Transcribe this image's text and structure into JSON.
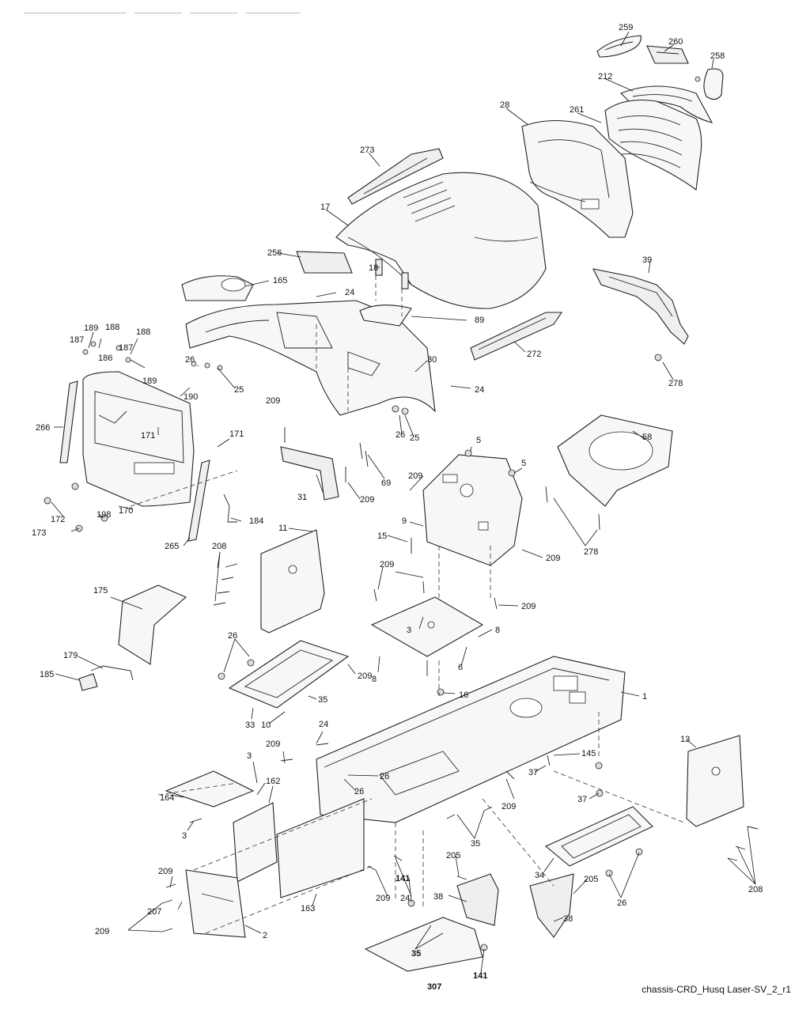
{
  "diagram": {
    "footer_caption": "chassis-CRD_Husq Laser-SV_2_r1",
    "callouts": {
      "c259": "259",
      "c260": "260",
      "c258": "258",
      "c212": "212",
      "c28": "28",
      "c261": "261",
      "c273": "273",
      "c17": "17",
      "c256": "256",
      "c18": "18",
      "c165": "165",
      "c24a": "24",
      "c89": "89",
      "c272": "272",
      "c39": "39",
      "c278a": "278",
      "c189a": "189",
      "c188a": "188",
      "c187a": "187",
      "c186": "186",
      "c187b": "187",
      "c188b": "188",
      "c189b": "189",
      "c26a": "26",
      "c25a": "25",
      "c30": "30",
      "c24b": "24",
      "c190": "190",
      "c266": "266",
      "c171a": "171",
      "c171b": "171",
      "c209a": "209",
      "c26b": "26",
      "c25b": "25",
      "c5a": "5",
      "c5b": "5",
      "c58": "58",
      "c69": "69",
      "c31": "31",
      "c209b": "209",
      "c209c": "209",
      "c198": "198",
      "c172": "172",
      "c173": "173",
      "c170": "170",
      "c184": "184",
      "c265": "265",
      "c11": "11",
      "c9": "9",
      "c15": "15",
      "c209d": "209",
      "c278b": "278",
      "c208a": "208",
      "c175": "175",
      "c209e": "209",
      "c209f": "209",
      "c3a": "3",
      "c8a": "8",
      "c26c": "26",
      "c6": "6",
      "c8b": "8",
      "c209g": "209",
      "c179": "179",
      "c185": "185",
      "c35a": "35",
      "c16": "16",
      "c1": "1",
      "c33": "33",
      "c10": "10",
      "c24c": "24",
      "c209h": "209",
      "c13": "13",
      "c3b": "3",
      "c162": "162",
      "c26d": "26",
      "c145": "145",
      "c37a": "37",
      "c26e": "26",
      "c164": "164",
      "c209i": "209",
      "c37b": "37",
      "c3c": "3",
      "c35b": "35",
      "c205a": "205",
      "c34": "34",
      "c205b": "205",
      "c209j": "209",
      "c141a": "141",
      "c38a": "38",
      "c26f": "26",
      "c208b": "208",
      "c207": "207",
      "c209k": "209",
      "c24d": "24",
      "c163": "163",
      "c38b": "38",
      "c209l": "209",
      "c2": "2",
      "c35c": "35",
      "c141b": "141",
      "c307": "307"
    }
  }
}
